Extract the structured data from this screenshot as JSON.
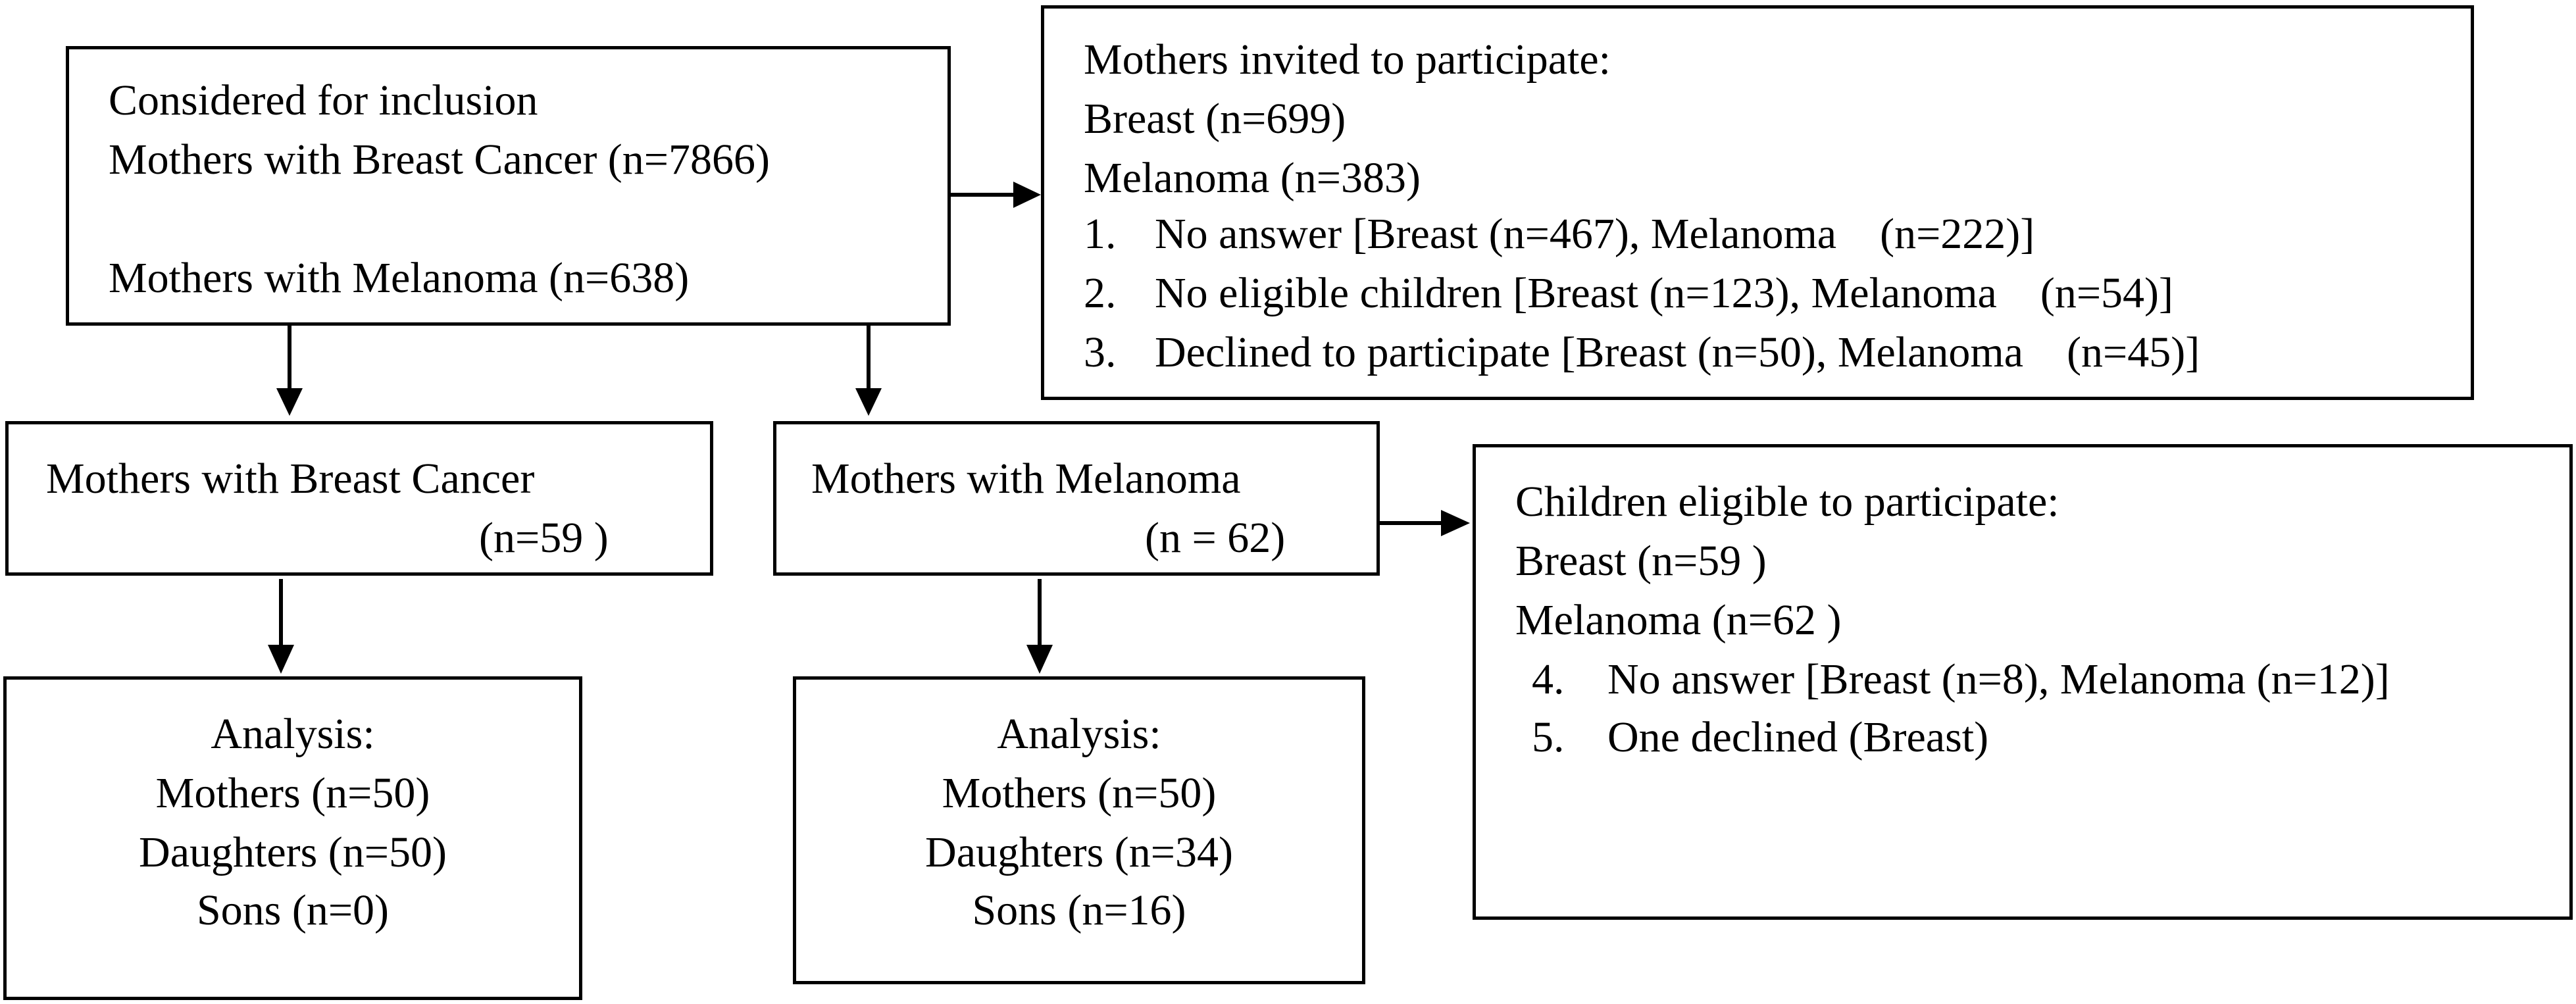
{
  "considered": {
    "line1": "Considered for inclusion",
    "line2": "Mothers with Breast Cancer (n=7866)",
    "line3": "Mothers with Melanoma (n=638)"
  },
  "invited": {
    "title": "Mothers invited to participate:",
    "breast": "Breast (n=699)",
    "melanoma": "Melanoma (n=383)",
    "items": [
      {
        "num": "1.",
        "text": "No answer [Breast (n=467), Melanoma    (n=222)]"
      },
      {
        "num": "2.",
        "text": "No eligible children [Breast (n=123), Melanoma    (n=54)]"
      },
      {
        "num": "3.",
        "text": "Declined to participate [Breast (n=50), Melanoma    (n=45)]"
      }
    ]
  },
  "breast_group": {
    "label": "Mothers with Breast Cancer",
    "count": "(n=59 )"
  },
  "melanoma_group": {
    "label": "Mothers with Melanoma",
    "count": "(n = 62)"
  },
  "children": {
    "title": "Children eligible to participate:",
    "breast": "Breast (n=59 )",
    "melanoma": "Melanoma (n=62 )",
    "items": [
      {
        "num": "4.",
        "text": "No answer [Breast (n=8), Melanoma (n=12)]"
      },
      {
        "num": "5.",
        "text": "One declined (Breast)"
      }
    ]
  },
  "analysis_breast": {
    "title": "Analysis:",
    "mothers": "Mothers (n=50)",
    "daughters": "Daughters (n=50)",
    "sons": "Sons (n=0)"
  },
  "analysis_melanoma": {
    "title": "Analysis:",
    "mothers": "Mothers (n=50)",
    "daughters": "Daughters (n=34)",
    "sons": "Sons (n=16)"
  }
}
